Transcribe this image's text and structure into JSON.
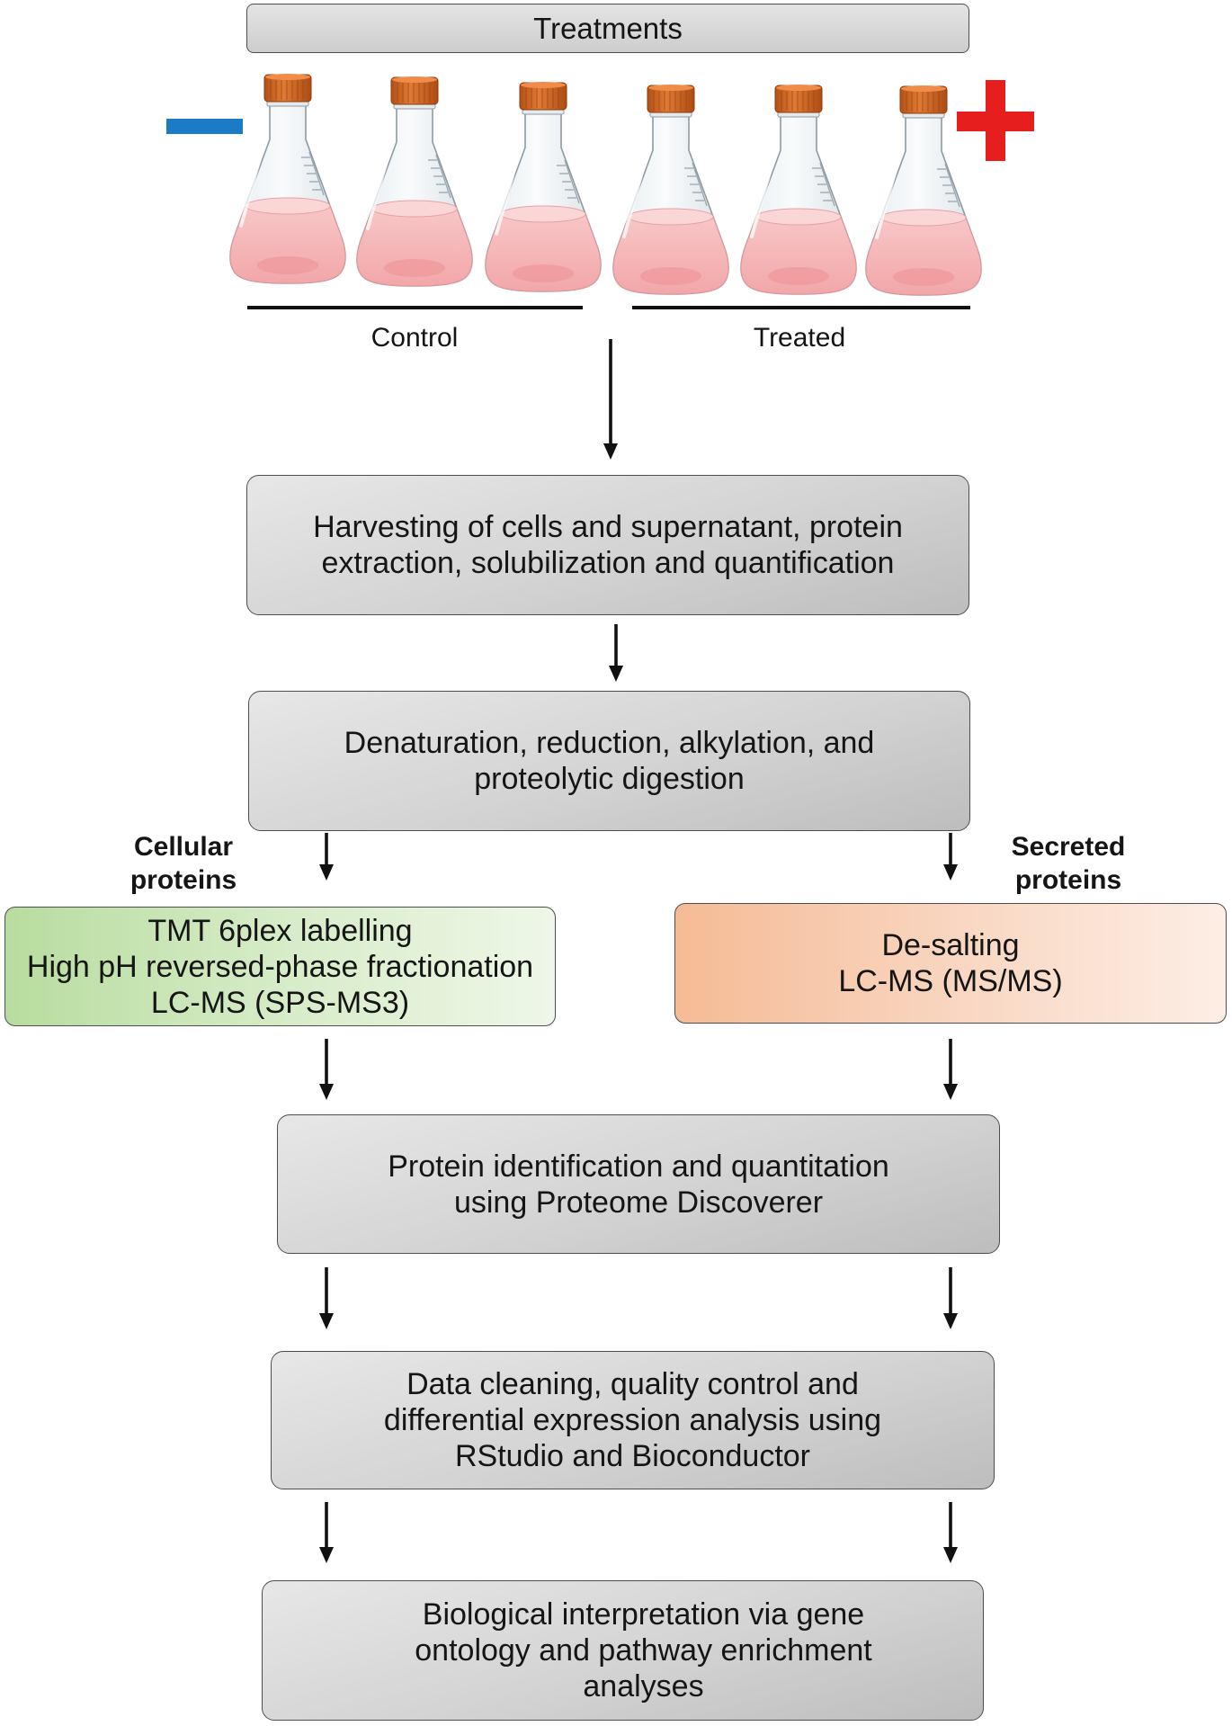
{
  "header": {
    "title": "Treatments"
  },
  "groups": {
    "control": "Control",
    "treated": "Treated"
  },
  "conditions": {
    "minus_color": "#1b7bc4",
    "plus_color": "#e61e1e"
  },
  "icons": {
    "minus": "minus-sign-icon",
    "plus": "plus-sign-icon",
    "flask": "erlenmeyer-flask-icon"
  },
  "steps": [
    {
      "lines": [
        "Harvesting of cells and supernatant, protein",
        "extraction, solubilization and quantification"
      ]
    },
    {
      "lines": [
        "Denaturation, reduction, alkylation, and",
        "proteolytic digestion"
      ]
    },
    {
      "lines": [
        "Protein identification and quantitation",
        "using Proteome Discoverer"
      ]
    },
    {
      "lines": [
        "Data cleaning, quality control and",
        "differential expression analysis using",
        "RStudio and Bioconductor"
      ]
    },
    {
      "lines": [
        "Biological interpretation via gene",
        "ontology and pathway enrichment",
        "analyses"
      ]
    }
  ],
  "branches": {
    "cellular": {
      "label": [
        "Cellular",
        "proteins"
      ],
      "lines": [
        "TMT 6plex labelling",
        "High pH reversed-phase fractionation",
        "LC-MS (SPS-MS3)"
      ],
      "color": "#b8dc9f"
    },
    "secreted": {
      "label": [
        "Secreted",
        "proteins"
      ],
      "lines": [
        "De-salting",
        "LC-MS (MS/MS)"
      ],
      "color": "#f5bb95"
    }
  },
  "colors": {
    "border": "#4d4d4d",
    "arrow": "#111111",
    "flask_cap": "#c8621f",
    "flask_liquid": "#f5b5b7"
  }
}
